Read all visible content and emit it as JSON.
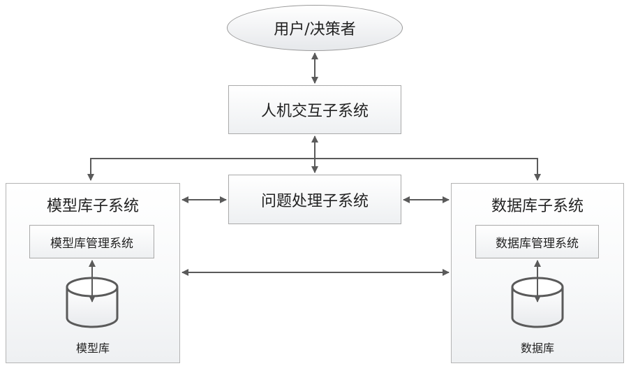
{
  "diagram": {
    "user": {
      "label": "用户/决策者"
    },
    "hci": {
      "label": "人机交互子系统"
    },
    "problem": {
      "label": "问题处理子系统"
    },
    "model_sub": {
      "label": "模型库子系统",
      "manager": "模型库管理系统",
      "store": "模型库"
    },
    "data_sub": {
      "label": "数据库子系统",
      "manager": "数据库管理系统",
      "store": "数据库"
    },
    "colors": {
      "line": "#5a5a5a",
      "border": "#a9a9a9",
      "box_fill_top": "#ffffff",
      "box_fill_bottom": "#eef0f2"
    },
    "edges": [
      {
        "from": "user",
        "to": "hci",
        "direction": "both"
      },
      {
        "from": "hci",
        "to": "problem",
        "direction": "both"
      },
      {
        "from": "hci",
        "to": "model_sub",
        "direction": "to"
      },
      {
        "from": "hci",
        "to": "data_sub",
        "direction": "to"
      },
      {
        "from": "model_sub",
        "to": "problem",
        "direction": "both"
      },
      {
        "from": "problem",
        "to": "data_sub",
        "direction": "both"
      },
      {
        "from": "model_sub",
        "to": "data_sub",
        "direction": "both"
      },
      {
        "from": "model_manager",
        "to": "model_store",
        "direction": "both"
      },
      {
        "from": "data_manager",
        "to": "data_store",
        "direction": "both"
      }
    ]
  }
}
